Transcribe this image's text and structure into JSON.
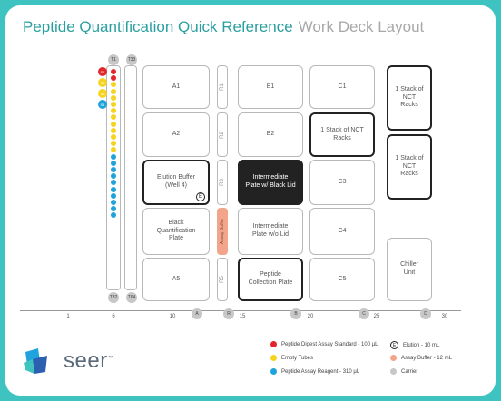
{
  "title": {
    "main": "Peptide Quantification Quick Reference",
    "sub": "Work Deck Layout"
  },
  "carriers": {
    "t1": "T1",
    "t33": "T33",
    "t32": "T32",
    "t64": "T64",
    "e": "E"
  },
  "tubes": {
    "b1": "S1",
    "b2": "S2",
    "b3": "S3",
    "b4": "S4"
  },
  "slots": {
    "a1": "A1",
    "a2": "A2",
    "elution": "Elution Buffer\n(Well 4)",
    "a4": "Black\nQuantification\nPlate",
    "a5": "A5",
    "r1": "R1",
    "r2": "R2",
    "r3": "R3",
    "r4": "Assay Buffer",
    "r5": "R5",
    "b1": "B1",
    "b2": "B2",
    "intermediate_black": "Intermediate\nPlate w/ Black Lid",
    "intermediate_nolid": "Intermediate\nPlate w/o Lid",
    "collection": "Peptide\nCollection Plate",
    "c1": "C1",
    "c2": "1 Stack of NCT\nRacks",
    "c3": "C3",
    "c4": "C4",
    "c5": "C5",
    "d1": "1 Stack of NCT\nRacks",
    "d2": "1 Stack of NCT\nRacks",
    "chiller": "Chiller\nUnit"
  },
  "axis": {
    "t1": "1",
    "t6": "6",
    "t10": "10",
    "ta": "A",
    "tr": "R",
    "t15": "15",
    "tb": "B",
    "t20": "20",
    "tc": "C",
    "t25": "25",
    "td": "D",
    "t30": "30"
  },
  "legend": {
    "red": "Peptide Digest Assay Standard - 100 µL",
    "yellow": "Empty Tubes",
    "blue": "Peptide Assay Reagent - 310 µL",
    "e_symbol": "E",
    "elution": "Elution - 10 mL",
    "salmon": "Assay Buffer - 12 mL",
    "gray": "Carrier"
  },
  "logo": {
    "text": "seer",
    "tm": "™"
  },
  "colors": {
    "accent": "#3ec3c0",
    "red": "#e3262c",
    "yellow": "#f5d31f",
    "blue": "#1fa3dc",
    "salmon": "#f3a58b",
    "gray": "#c7c7c7"
  }
}
